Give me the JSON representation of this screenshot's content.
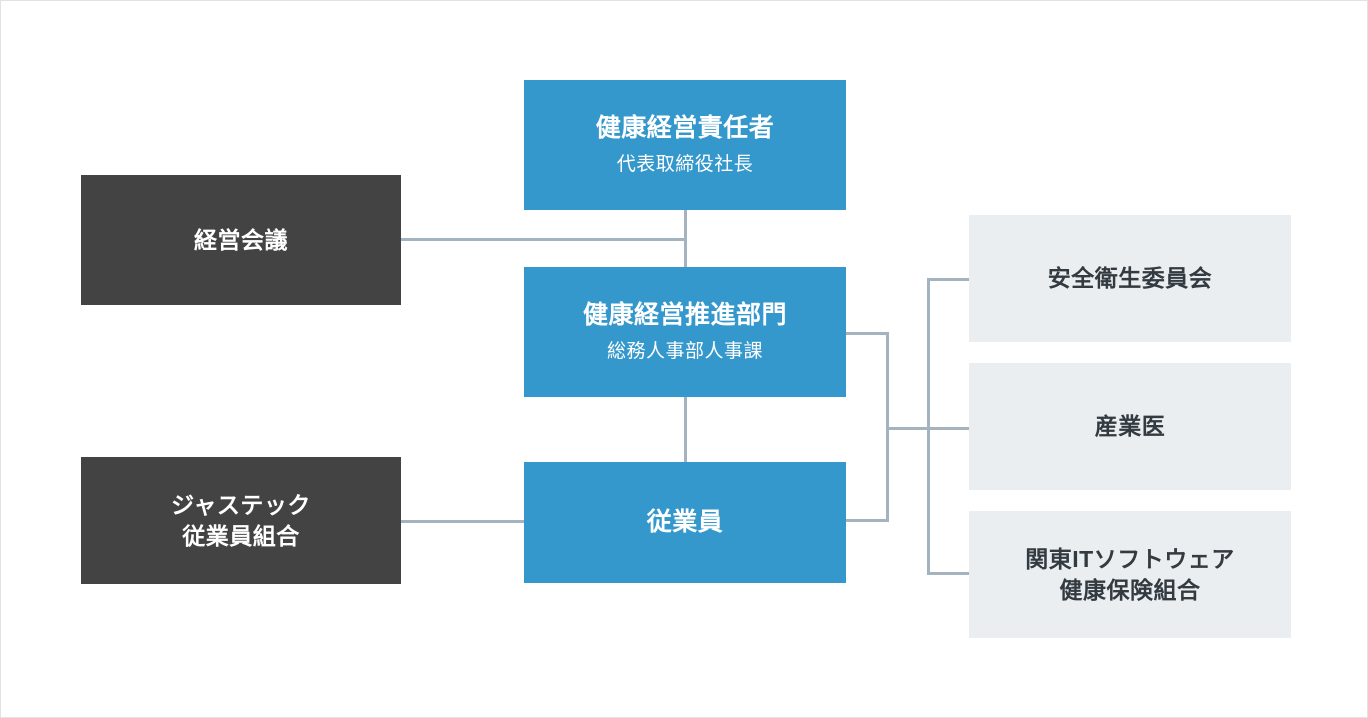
{
  "diagram": {
    "type": "organization-chart",
    "colors": {
      "primary_blue": "#3498cd",
      "dark_gray": "#434343",
      "light_gray": "#eaeef1",
      "connector": "#a3b3c0",
      "background": "#ffffff",
      "frame_border": "#e2e2e2",
      "light_node_text": "#333a40",
      "box_text": "#ffffff"
    },
    "nodes": {
      "health_manager": {
        "title": "健康経営責任者",
        "subtitle": "代表取締役社長"
      },
      "promotion_dept": {
        "title": "健康経営推進部門",
        "subtitle": "総務人事部人事課"
      },
      "employees": {
        "title": "従業員",
        "subtitle": ""
      },
      "management_meeting": {
        "title": "経営会議"
      },
      "labor_union": {
        "title_line1": "ジャステック",
        "title_line2": "従業員組合"
      },
      "safety_committee": {
        "title": "安全衛生委員会"
      },
      "occupational_physician": {
        "title": "産業医"
      },
      "health_insurance": {
        "title_line1": "関東ITソフトウェア",
        "title_line2": "健康保険組合"
      }
    }
  }
}
